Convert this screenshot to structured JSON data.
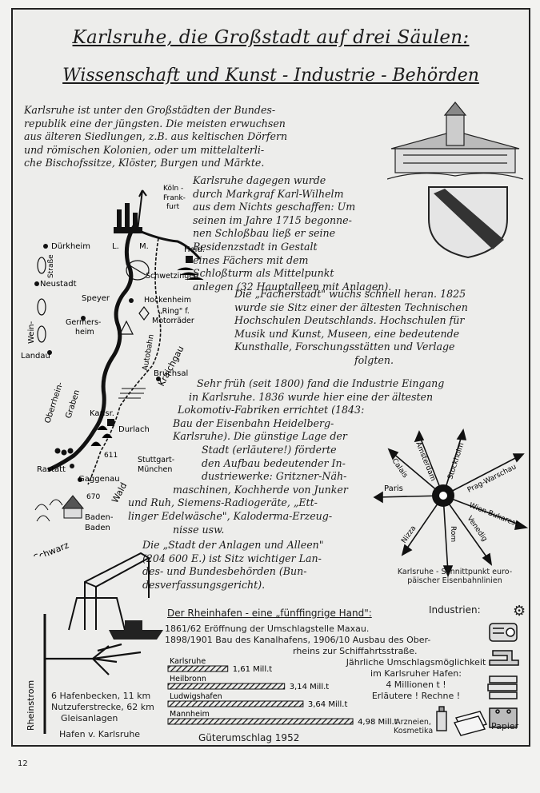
{
  "title_line1": "Karlsruhe, die Großstadt auf drei Säulen:",
  "title_line2": "Wissenschaft und Kunst - Industrie - Behörden",
  "intro_lines": [
    "Karlsruhe ist unter den Großstädten der Bundes-",
    "republik eine der jüngsten. Die meisten erwuchsen",
    "aus älteren Siedlungen, z.B. aus keltischen Dörfern",
    "und römischen Kolonien, oder um mittelalterli-",
    "che Bischofssitze, Klöster, Burgen und Märkte."
  ],
  "founding_lines": [
    "Karlsruhe dagegen wurde",
    "durch Markgraf Karl-Wilhelm",
    "aus dem Nichts geschaffen: Um",
    "seinen im Jahre 1715 begonne-",
    "nen Schloßbau ließ er seine",
    "Residenzstadt in Gestalt",
    "eines Fächers mit dem",
    "Schloßturm als Mittelpunkt",
    "anlegen (32 Hauptalleen mit Anlagen)."
  ],
  "faecher_lines": [
    "Die „Fächerstadt\" wuchs schnell heran. 1825",
    "wurde sie Sitz einer der ältesten Technischen",
    "Hochschulen Deutschlands. Hochschulen für",
    "Musik und Kunst, Museen, eine bedeutende",
    "Kunsthalle, Forschungsstätten und Verlage",
    "folgten."
  ],
  "industry_lines": [
    "Sehr früh (seit 1800) fand die Industrie Eingang",
    "in Karlsruhe. 1836 wurde hier eine der ältesten",
    "Lokomotiv-Fabriken errichtet (1843:",
    "Bau der Eisenbahn Heidelberg-",
    "Karlsruhe). Die günstige Lage der",
    "Stadt (erläutere!) förderte",
    "den Aufbau bedeutender In-",
    "dustriewerke: Gritzner-Näh-",
    "maschinen, Kochherde von Junker",
    "und Ruh, Siemens-Radiogeräte, „Ett-",
    "linger Edelwäsche\", Kaloderma-Erzeug-",
    "nisse usw."
  ],
  "behoerden_lines": [
    "Die „Stadt der Anlagen und Alleen\"",
    "(204 600 E.) ist Sitz wichtiger Lan-",
    "des- und Bundesbehörden (Bun-",
    "desverfassungsgericht)."
  ],
  "map_labels": {
    "koeln": "Köln -",
    "frankfurt": "Frank-",
    "frankfurt2": "furt",
    "duerkheim": "Dürkheim",
    "l": "L.",
    "m": "M.",
    "heid": "Heid.",
    "strasse": "Straße",
    "neustadt": "Neustadt",
    "schwetzingen": "Schwetzingen",
    "speyer": "Speyer",
    "hockenheim": "Hockenheim",
    "ring": "„Ring\" f.",
    "motorraeder": "Motorräder",
    "germersheim1": "Germers-",
    "germersheim2": "heim",
    "wein": "Wein-",
    "landau": "Landau",
    "oberrhein": "Oberrhein-",
    "graben": "Graben",
    "autobahn": "Autobahn",
    "kraichgau": "Kraichgau",
    "bruchsal": "Bruchsal",
    "karlsr": "Karlsr.",
    "durlach": "Durlach",
    "rastatt": "Rastatt",
    "gaggenau": "Gaggenau",
    "h611": "611",
    "h670": "670",
    "stuttgart": "Stuttgart-",
    "muenchen": "München",
    "badenbaden1": "Baden-",
    "badenbaden2": "Baden",
    "wald": "Wald",
    "schwarz": "Schwarz"
  },
  "star": {
    "amsterdam": "Amsterdam",
    "stockholm": "Stockholm",
    "calais": "Calais",
    "prag": "Prag-Warschau",
    "paris": "Paris",
    "wien": "Wien-Bukarest",
    "nizza": "Nizza",
    "rom": "Rom",
    "venedig": "Venedig",
    "caption1": "Karlsruhe - Schnittpunkt euro-",
    "caption2": "päischer Eisenbahnlinien"
  },
  "hafen": {
    "header": "Der Rheinhafen - eine „fünffingrige Hand\":",
    "line1": "1861/62 Eröffnung der Umschlagstelle Maxau.",
    "line2": "1898/1901 Bau des Kanalhafens, 1906/10 Ausbau des Ober-",
    "line3": "rheins zur Schiffahrtsstraße.",
    "becken": "6 Hafenbecken, 11 km",
    "nutz": "Nutzuferstrecke, 62 km",
    "gleis": "Gleisanlagen",
    "rheinstrom": "Rheinstrom",
    "caption": "Hafen v. Karlsruhe"
  },
  "chart_data": {
    "type": "bar",
    "title": "Güterumschlag 1952",
    "categories": [
      "Karlsruhe",
      "Heilbronn",
      "Ludwigshafen",
      "Mannheim"
    ],
    "values": [
      1.61,
      3.14,
      3.64,
      4.98
    ],
    "value_labels": [
      "1,61 Mill.t",
      "3,14 Mill.t",
      "3,64 Mill.t",
      "4,98 Mill.t"
    ],
    "xlim": [
      0,
      5
    ]
  },
  "umschlag_note": {
    "l1": "Jährliche Umschlagsmöglichkeit",
    "l2": "im Karlsruher Hafen:",
    "l3": "4 Millionen t !",
    "l4": "Erläutere ! Rechne !"
  },
  "industrien": {
    "header": "Industrien:",
    "arznei1": "Arzneien,",
    "arznei2": "Kosmetika",
    "papier": "Papier"
  },
  "page_number": "12"
}
